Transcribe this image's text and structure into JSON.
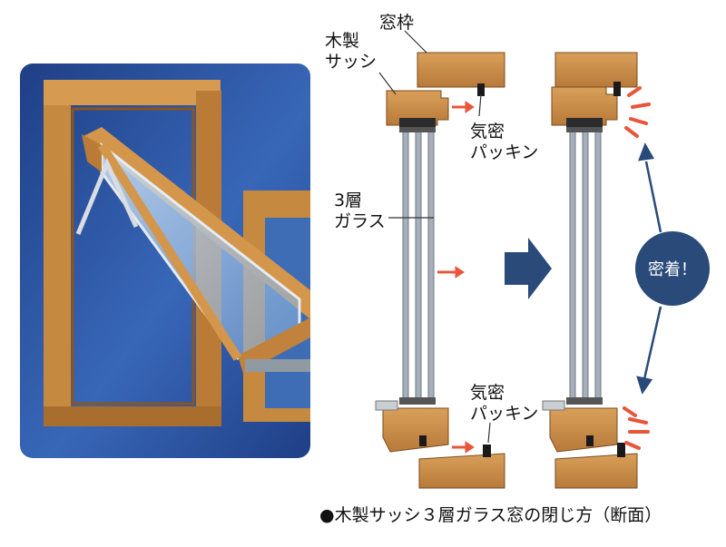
{
  "labels": {
    "frame": "窓枠",
    "sash_line1": "木製",
    "sash_line2": "サッシ",
    "packing_top_line1": "気密",
    "packing_top_line2": "パッキン",
    "glass_line1": "3層",
    "glass_line2": "ガラス",
    "packing_bottom_line1": "気密",
    "packing_bottom_line2": "パッキン",
    "badge": "密着！"
  },
  "caption": "●木製サッシ３層ガラス窓の閉じ方（断面）",
  "colors": {
    "sky": "#2f5fae",
    "wood": "#c98a45",
    "wood_dark": "#8a5522",
    "glass": "#9aa3ad",
    "accent_arrow": "#e8553a",
    "navy": "#2a4a7a"
  }
}
